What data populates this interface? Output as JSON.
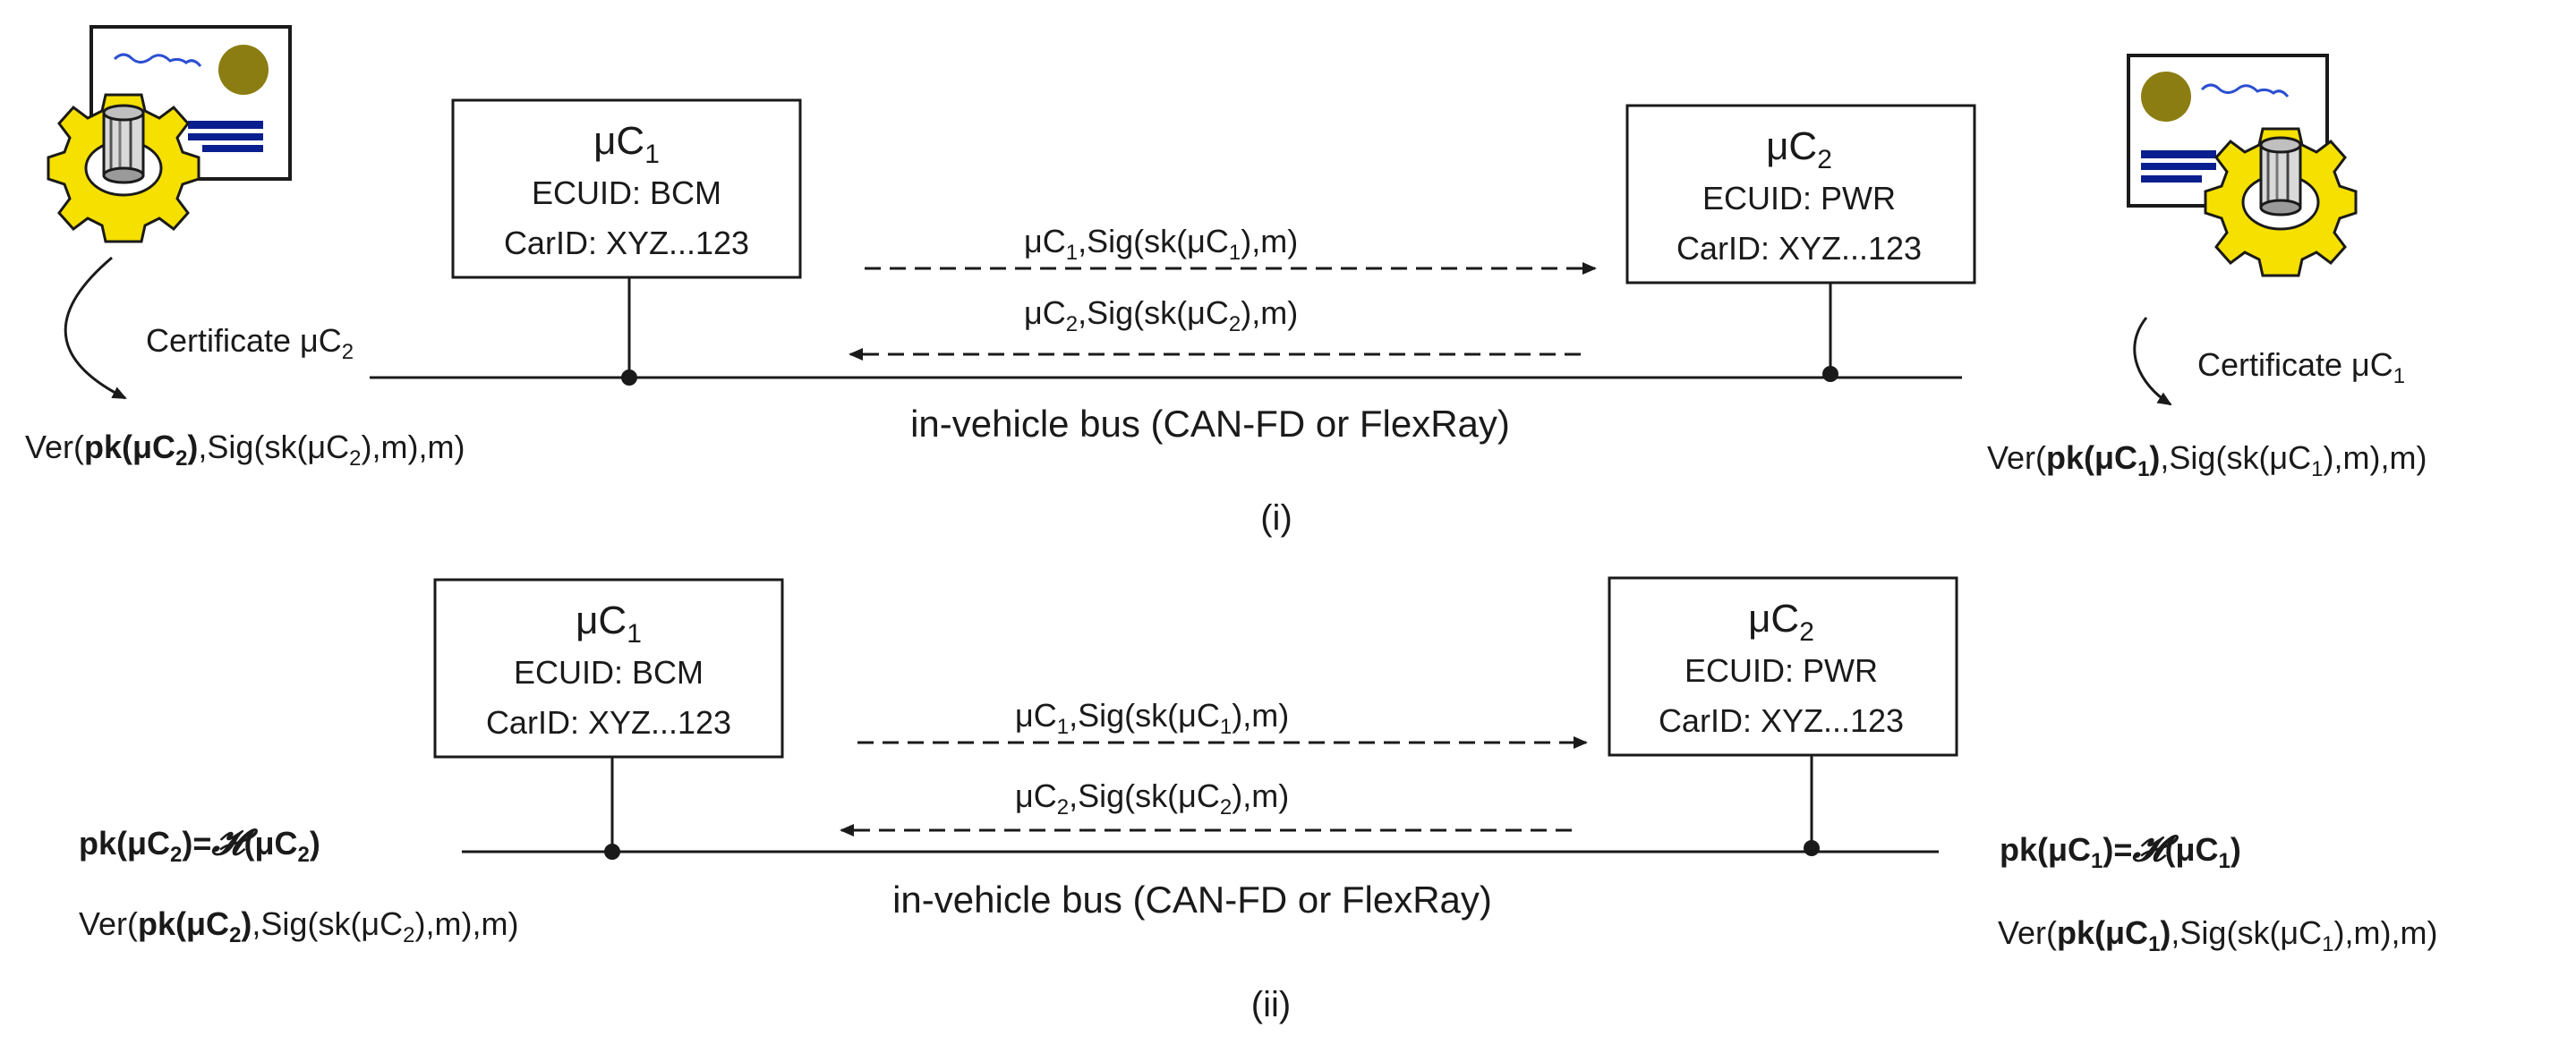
{
  "colors": {
    "gear": "#f5e000",
    "seal": "#8b7d12",
    "lines": "#0a1f8f",
    "scribble": "#2b4fd1",
    "ink": "#000000"
  },
  "icons": {
    "cert_left": "certificate-with-gear-icon",
    "cert_right": "certificate-with-gear-icon"
  },
  "top": {
    "node1": {
      "title_main": "μC",
      "title_sub": "1",
      "ecuid": "ECUID: BCM",
      "carid": "CarID: XYZ...123"
    },
    "node2": {
      "title_main": "μC",
      "title_sub": "2",
      "ecuid": "ECUID: PWR",
      "carid": "CarID: XYZ...123"
    },
    "msg1": {
      "a": "μC",
      "a_sub": "1",
      "b": ",Sig(sk(μC",
      "b_sub": "1",
      "c": "),m)"
    },
    "msg2": {
      "a": "μC",
      "a_sub": "2",
      "b": ",Sig(sk(μC",
      "b_sub": "2",
      "c": "),m)"
    },
    "bus_label": "in-vehicle bus (CAN-FD or FlexRay)",
    "left_cert_label": {
      "main": "Certificate μC",
      "sub": "2"
    },
    "right_cert_label": {
      "main": "Certificate μC",
      "sub": "1"
    },
    "left_ver": {
      "pre": "Ver(",
      "bold": "pk(μC",
      "bold_sub": "2",
      "bold_end": ")",
      "mid": ",Sig(sk(μC",
      "mid_sub": "2",
      "end": "),m),m)"
    },
    "right_ver": {
      "pre": "Ver(",
      "bold": "pk(μC",
      "bold_sub": "1",
      "bold_end": ")",
      "mid": ",Sig(sk(μC",
      "mid_sub": "1",
      "end": "),m),m)"
    },
    "caption": "(i)"
  },
  "bottom": {
    "node1": {
      "title_main": "μC",
      "title_sub": "1",
      "ecuid": "ECUID: BCM",
      "carid": "CarID: XYZ...123"
    },
    "node2": {
      "title_main": "μC",
      "title_sub": "2",
      "ecuid": "ECUID: PWR",
      "carid": "CarID: XYZ...123"
    },
    "msg1": {
      "a": "μC",
      "a_sub": "1",
      "b": ",Sig(sk(μC",
      "b_sub": "1",
      "c": "),m)"
    },
    "msg2": {
      "a": "μC",
      "a_sub": "2",
      "b": ",Sig(sk(μC",
      "b_sub": "2",
      "c": "),m)"
    },
    "bus_label": "in-vehicle bus (CAN-FD or FlexRay)",
    "left_pk": {
      "a": "pk(μC",
      "a_sub": "2",
      "b": ")=",
      "h": "𝓗",
      "c": "(μC",
      "c_sub": "2",
      "d": ")"
    },
    "right_pk": {
      "a": "pk(μC",
      "a_sub": "1",
      "b": ")=",
      "h": "𝓗",
      "c": "(μC",
      "c_sub": "1",
      "d": ")"
    },
    "left_ver": {
      "pre": "Ver(",
      "bold": "pk(μC",
      "bold_sub": "2",
      "bold_end": ")",
      "mid": ",Sig(sk(μC",
      "mid_sub": "2",
      "end": "),m),m)"
    },
    "right_ver": {
      "pre": "Ver(",
      "bold": "pk(μC",
      "bold_sub": "1",
      "bold_end": ")",
      "mid": ",Sig(sk(μC",
      "mid_sub": "1",
      "end": "),m),m)"
    },
    "caption": "(ii)"
  }
}
